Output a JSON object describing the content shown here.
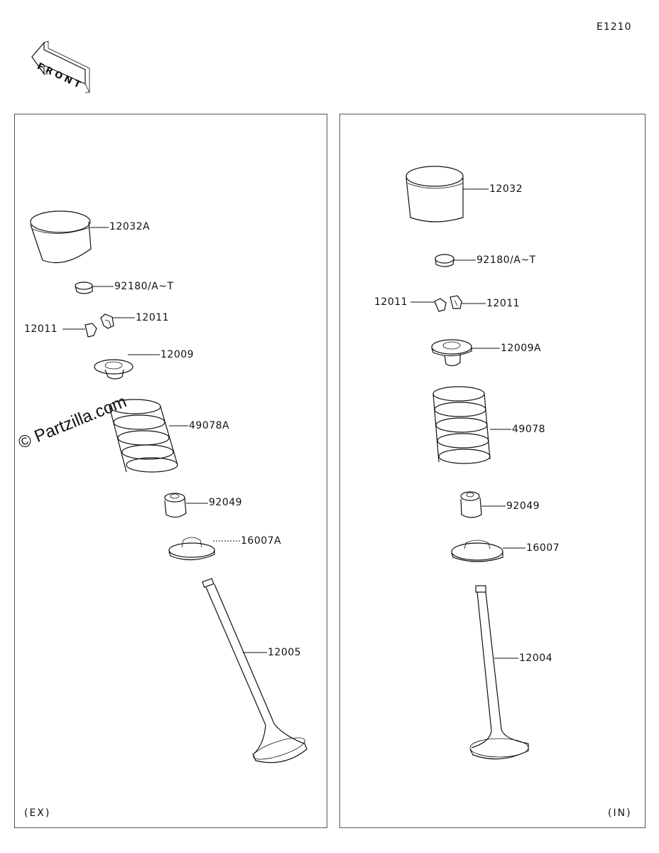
{
  "diagram_code": "E1210",
  "front_arrow_text": "FRONT",
  "watermark": "© Partzilla.com",
  "left_panel": {
    "label": "(EX)",
    "parts": [
      {
        "id": "tappet",
        "number": "12032A"
      },
      {
        "id": "shim",
        "number": "92180/A~T"
      },
      {
        "id": "cotter-right",
        "number": "12011"
      },
      {
        "id": "cotter-left",
        "number": "12011"
      },
      {
        "id": "retainer",
        "number": "12009"
      },
      {
        "id": "spring",
        "number": "49078A"
      },
      {
        "id": "seal",
        "number": "92049"
      },
      {
        "id": "seat",
        "number": "16007A"
      },
      {
        "id": "valve",
        "number": "12005"
      }
    ]
  },
  "right_panel": {
    "label": "(IN)",
    "parts": [
      {
        "id": "tappet",
        "number": "12032"
      },
      {
        "id": "shim",
        "number": "92180/A~T"
      },
      {
        "id": "cotter-left",
        "number": "12011"
      },
      {
        "id": "cotter-right",
        "number": "12011"
      },
      {
        "id": "retainer",
        "number": "12009A"
      },
      {
        "id": "spring",
        "number": "49078"
      },
      {
        "id": "seal",
        "number": "92049"
      },
      {
        "id": "seat",
        "number": "16007"
      },
      {
        "id": "valve",
        "number": "12004"
      }
    ]
  }
}
